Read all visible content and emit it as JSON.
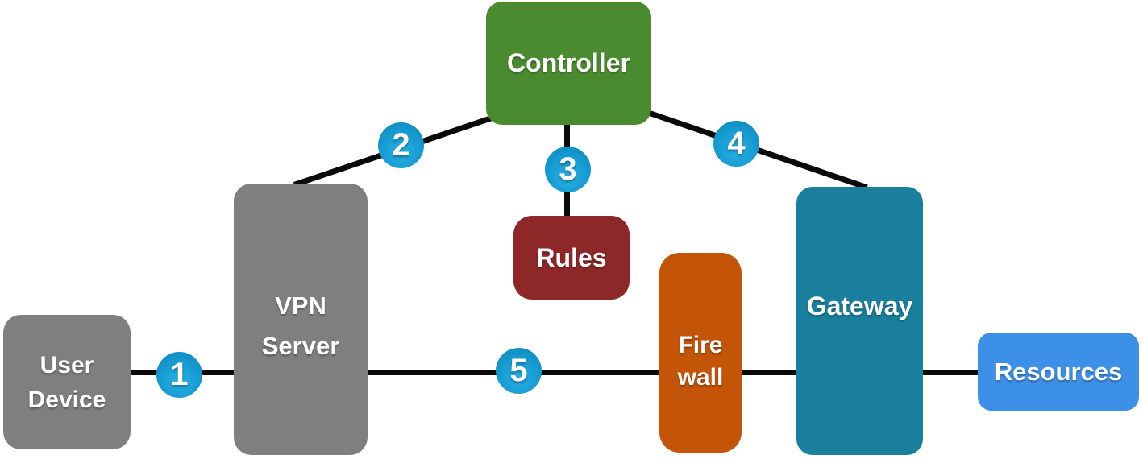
{
  "diagram": {
    "type": "network-flow-diagram",
    "background_color": "#ffffff",
    "connector_color": "#0a0a0a",
    "step_badge_color": "#169dd4",
    "nodes": [
      {
        "id": "user-device",
        "label": "User Device",
        "lines": [
          "User",
          "Device"
        ],
        "color": "#7f7f7f",
        "text_color": "#ffffff"
      },
      {
        "id": "vpn-server",
        "label": "VPN Server",
        "lines": [
          "VPN",
          "Server"
        ],
        "color": "#7f7f7f",
        "text_color": "#ffffff"
      },
      {
        "id": "controller",
        "label": "Controller",
        "lines": [
          "Controller"
        ],
        "color": "#4a8b2f",
        "text_color": "#ffffff"
      },
      {
        "id": "rules",
        "label": "Rules",
        "lines": [
          "Rules"
        ],
        "color": "#8e2727",
        "text_color": "#ffffff"
      },
      {
        "id": "firewall",
        "label": "Fire wall",
        "lines": [
          "Fire",
          "wall"
        ],
        "color": "#c45408",
        "text_color": "#ffffff"
      },
      {
        "id": "gateway",
        "label": "Gateway",
        "lines": [
          "Gateway"
        ],
        "color": "#197f9d",
        "text_color": "#ffffff"
      },
      {
        "id": "resources",
        "label": "Resources",
        "lines": [
          "Resources"
        ],
        "color": "#3d90e8",
        "text_color": "#ffffff"
      }
    ],
    "steps": [
      {
        "number": "1",
        "from": "user-device",
        "to": "vpn-server"
      },
      {
        "number": "2",
        "from": "vpn-server",
        "to": "controller"
      },
      {
        "number": "3",
        "from": "controller",
        "to": "rules"
      },
      {
        "number": "4",
        "from": "controller",
        "to": "gateway"
      },
      {
        "number": "5",
        "from": "vpn-server",
        "to": "firewall"
      }
    ]
  }
}
